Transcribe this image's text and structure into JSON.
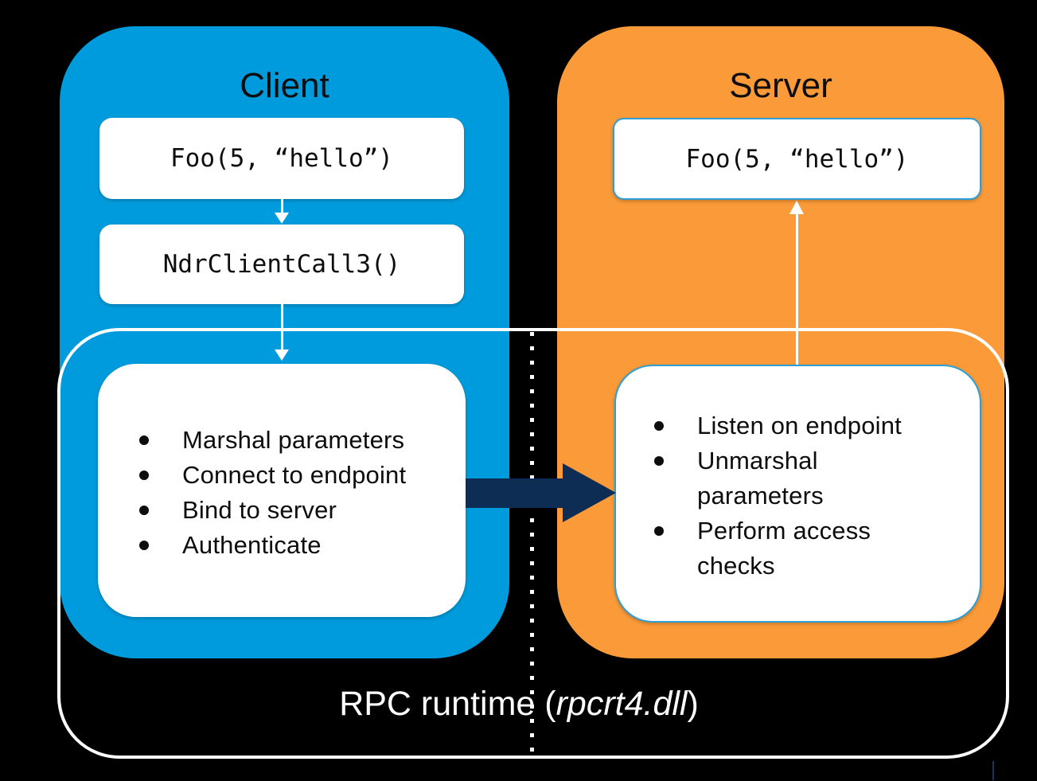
{
  "client_panel": {
    "title": "Client",
    "call_box": "Foo(5, “hello”)",
    "stub_box": "NdrClientCall3()",
    "runtime_steps": [
      "Marshal parameters",
      "Connect to endpoint",
      "Bind to server",
      "Authenticate"
    ]
  },
  "server_panel": {
    "title": "Server",
    "call_box": "Foo(5, “hello”)",
    "runtime_steps": [
      "Listen on endpoint",
      "Unmarshal\nparameters",
      "Perform access\nchecks"
    ]
  },
  "runtime_box": {
    "label_prefix": "RPC runtime (",
    "label_dll": "rpcrt4.dll",
    "label_suffix": ")"
  },
  "colors": {
    "background": "#000000",
    "client_blue": "#009bdc",
    "server_orange": "#fb9a38",
    "request_arrow_navy": "#0d2d55",
    "server_box_border": "#2d9fd6",
    "text_ink": "#0d0d0d",
    "outline_white": "#ffffff"
  }
}
